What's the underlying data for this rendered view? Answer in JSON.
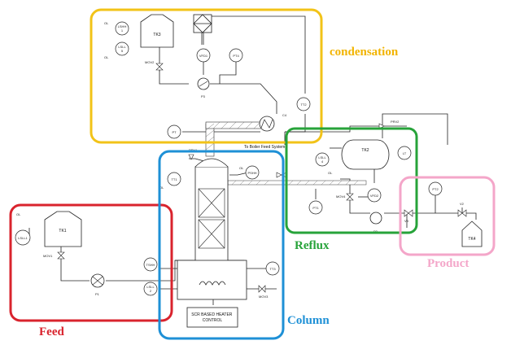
{
  "sections": {
    "condensation": {
      "label": "condensation",
      "color": "#f2c318"
    },
    "reflux": {
      "label": "Reflux",
      "color": "#27a33a"
    },
    "product": {
      "label": "Product",
      "color": "#f4a6c9"
    },
    "feed": {
      "label": "Feed",
      "color": "#d9232d"
    },
    "column": {
      "label": "Column",
      "color": "#1e90d6"
    }
  },
  "instruments": {
    "lsHH": "LSHH\n1",
    "lsLL": "LSLL\n5",
    "tk3": "TK3",
    "mov2": "MOV2",
    "vfd1": "VFD1",
    "pt4": "PT4",
    "p3": "P3",
    "tt2": "TT2",
    "c4": "C4",
    "pt": "PT",
    "to_boiler": "To Boiler Feed System",
    "prv1": "PRV1",
    "prv2": "PRV2",
    "tt1": "TT1",
    "pshh": "PSHH",
    "lsll4": "LSLL\n4",
    "tk2": "TK2",
    "lt": "LT",
    "pt1": "PT1",
    "mov4": "MOV4",
    "vfd2": "VFD2",
    "p2": "P2",
    "v3": "V3",
    "pt2": "PT2",
    "v2": "V2",
    "tk4": "TK4",
    "lsll1": "LSLL1",
    "tk1": "TK1",
    "mov1": "MOV1",
    "p1": "P1",
    "tshh": "TSHH",
    "lsll2": "LSLL\n2",
    "tt3": "TT3",
    "mov3": "MOV3",
    "heater_ctrl": "SCR BASED HEATER\nCONTROL",
    "ol": "OL"
  }
}
